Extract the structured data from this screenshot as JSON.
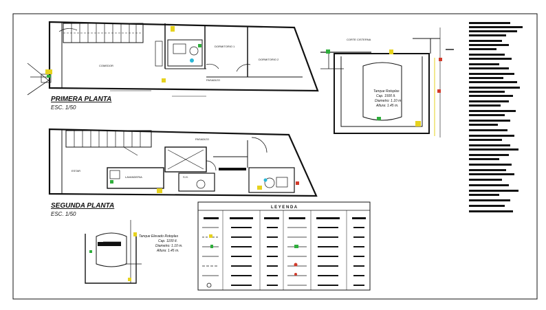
{
  "plans": {
    "first": {
      "title": "PRIMERA PLANTA",
      "scale": "ESC. 1/50"
    },
    "second": {
      "title": "SEGUNDA PLANTA",
      "scale": "ESC. 1/50"
    }
  },
  "rooms": {
    "comedor": "COMEDOR",
    "dormitorio_1": "DORMITORIO 1",
    "dormitorio_2": "DORMITORIO 2",
    "pasadizo_1": "PASADIZO",
    "estar": "ESTAR",
    "lavanderia": "LAVANDERIA",
    "pasadizo_2": "PASADIZO",
    "s_h": "S.H."
  },
  "cistern": {
    "title": "CORTE CISTERNA",
    "tank_lines": [
      "Tanque Rotoplas",
      "Cap. 1500 lt.",
      "Diametro: 1.10 m.",
      "Altura: 1.45 m."
    ]
  },
  "elevated_tank": {
    "lines": [
      "Tanque Elevado Rotoplas",
      "Cap. 1100 lt.",
      "Diametro: 1.10 m.",
      "Altura: 1.45 m."
    ]
  },
  "legend": {
    "title": "L E Y E N D A"
  },
  "colors": {
    "line": "#111111",
    "accent_yellow": "#e6d21e",
    "accent_green": "#2fae3c",
    "accent_red": "#d23a2a",
    "accent_cyan": "#2ab7d6"
  }
}
